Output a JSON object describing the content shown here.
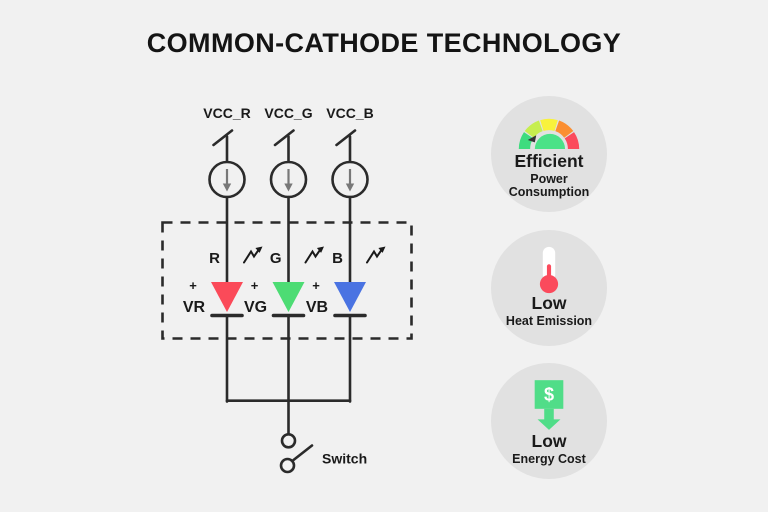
{
  "title": "COMMON-CATHODE TECHNOLOGY",
  "colors": {
    "background": "#f1f1f1",
    "badge_circle": "#e1e1e1",
    "line": "#2b2b2b",
    "text": "#1a1a1a",
    "gauge_segments": [
      "#3edc7e",
      "#c6ee4f",
      "#f8f23c",
      "#fb8e31",
      "#fb4a5c"
    ],
    "gauge_inner": "#4ae287",
    "gauge_needle": "#333333",
    "thermometer_red": "#fb4a5c",
    "thermometer_white": "#ffffff",
    "dollar_green": "#50dd88"
  },
  "circuit": {
    "supplies": [
      {
        "label": "VCC_R"
      },
      {
        "label": "VCC_G"
      },
      {
        "label": "VCC_B"
      }
    ],
    "leds": [
      {
        "label": "R",
        "plus": "+",
        "voltage": "VR",
        "color": "#fb4a59"
      },
      {
        "label": "G",
        "plus": "+",
        "voltage": "VG",
        "color": "#4ddc74"
      },
      {
        "label": "B",
        "plus": "+",
        "voltage": "VB",
        "color": "#4a73e2"
      }
    ],
    "switch_label": "Switch"
  },
  "badges": [
    {
      "title": "Efficient",
      "subtitle": "Power Consumption"
    },
    {
      "title": "Low",
      "subtitle": "Heat Emission"
    },
    {
      "title": "Low",
      "subtitle": "Energy Cost",
      "icon_text": "$"
    }
  ]
}
